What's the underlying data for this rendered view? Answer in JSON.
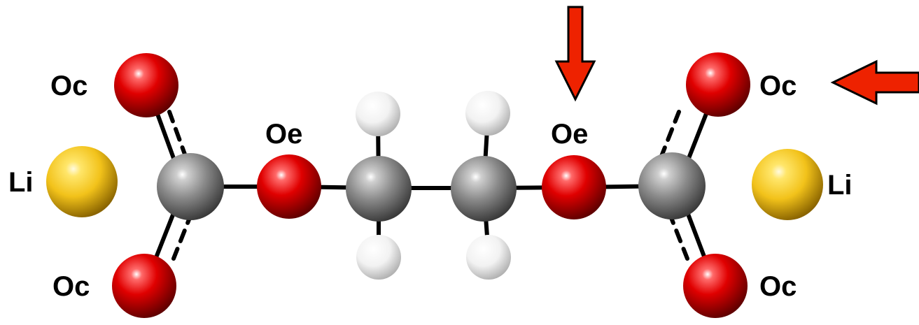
{
  "atom_labels": {
    "oc_top_left": "Oc",
    "oc_bottom_left": "Oc",
    "oc_top_right": "Oc",
    "oc_bottom_right": "Oc",
    "oe_left": "Oe",
    "oe_right": "Oe",
    "li_left": "Li",
    "li_right": "Li"
  },
  "colors": {
    "oxygen": "#e00000",
    "carbon": "#8a8a8a",
    "hydrogen": "#f2f2f2",
    "lithium": "#f2c21a",
    "arrow": "#ee2200",
    "bond": "#000000"
  }
}
